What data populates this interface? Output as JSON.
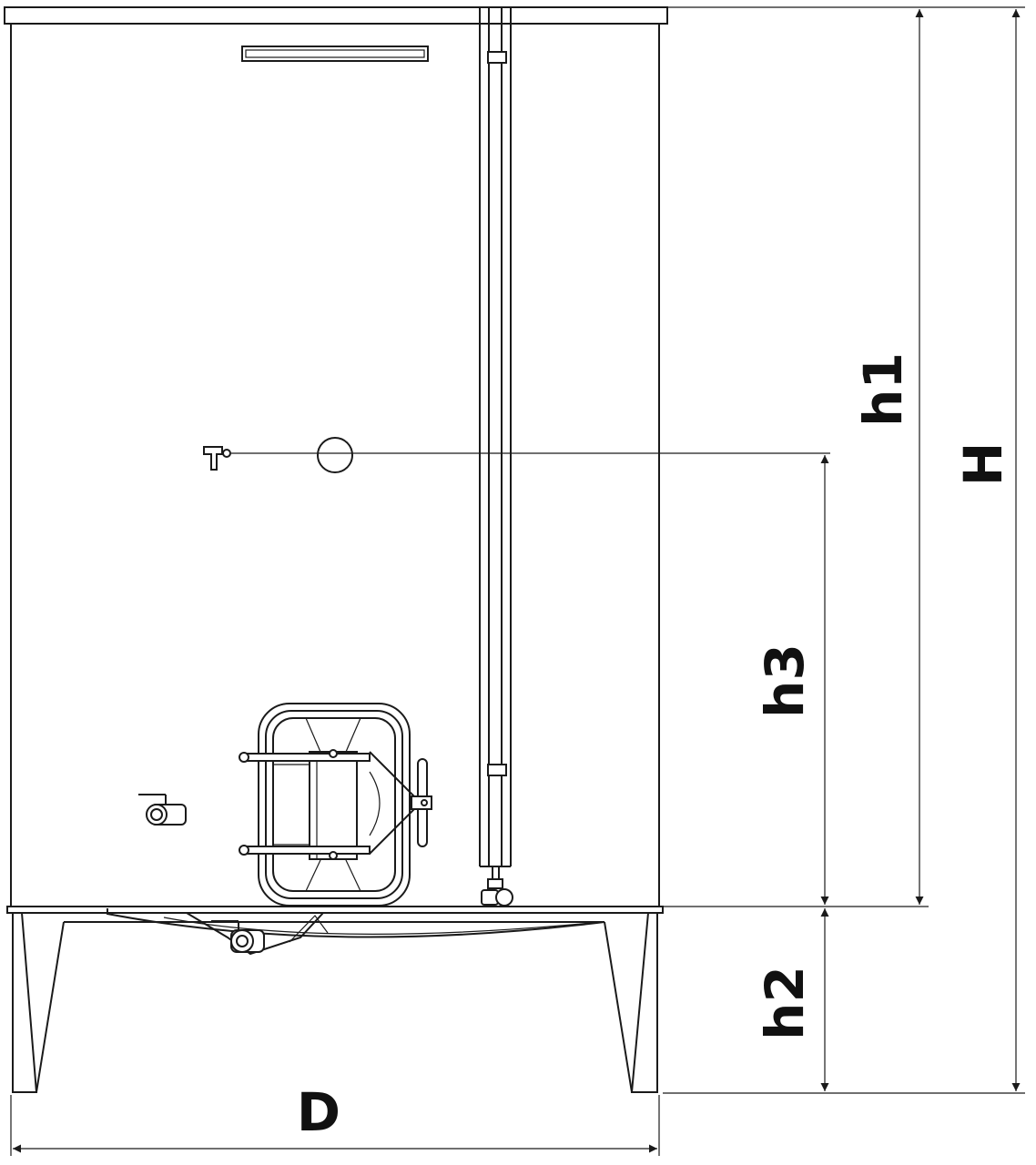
{
  "dimensions": {
    "H": "H",
    "h1": "h1",
    "h2": "h2",
    "h3": "h3",
    "D": "D"
  },
  "colors": {
    "line": "#1a1a1a",
    "background": "#ffffff"
  }
}
